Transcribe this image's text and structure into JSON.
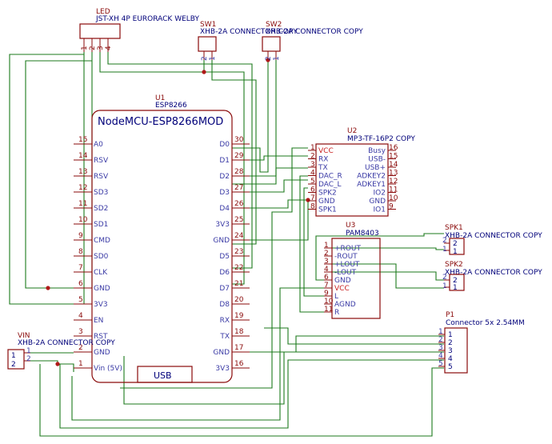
{
  "led": {
    "ref": "LED",
    "value": "JST-XH 4P EURORACK WELBY",
    "pins": [
      "1",
      "2",
      "3",
      "4"
    ]
  },
  "sw1": {
    "ref": "SW1",
    "value": "XHB-2A CONNECTOR COPY",
    "pins": [
      "2",
      "1"
    ]
  },
  "sw2": {
    "ref": "SW2",
    "value": "XHB-2A CONNECTOR COPY",
    "pins": [
      "2",
      "1"
    ]
  },
  "u1": {
    "ref": "U1",
    "value": "ESP8266",
    "title": "NodeMCU-ESP8266MOD",
    "usb": "USB",
    "left_pins": [
      {
        "num": "15",
        "name": "A0"
      },
      {
        "num": "14",
        "name": "RSV"
      },
      {
        "num": "13",
        "name": "RSV"
      },
      {
        "num": "12",
        "name": "SD3"
      },
      {
        "num": "11",
        "name": "SD2"
      },
      {
        "num": "10",
        "name": "SD1"
      },
      {
        "num": "9",
        "name": "CMD"
      },
      {
        "num": "8",
        "name": "SD0"
      },
      {
        "num": "7",
        "name": "CLK"
      },
      {
        "num": "6",
        "name": "GND"
      },
      {
        "num": "5",
        "name": "3V3"
      },
      {
        "num": "4",
        "name": "EN"
      },
      {
        "num": "3",
        "name": "RST"
      },
      {
        "num": "2",
        "name": "GND"
      },
      {
        "num": "1",
        "name": "Vin (5V)"
      }
    ],
    "right_pins": [
      {
        "num": "30",
        "name": "D0"
      },
      {
        "num": "29",
        "name": "D1"
      },
      {
        "num": "28",
        "name": "D2"
      },
      {
        "num": "27",
        "name": "D3"
      },
      {
        "num": "26",
        "name": "D4"
      },
      {
        "num": "25",
        "name": "3V3"
      },
      {
        "num": "24",
        "name": "GND"
      },
      {
        "num": "23",
        "name": "D5"
      },
      {
        "num": "22",
        "name": "D6"
      },
      {
        "num": "21",
        "name": "D7"
      },
      {
        "num": "20",
        "name": "D8"
      },
      {
        "num": "19",
        "name": "RX"
      },
      {
        "num": "18",
        "name": "TX"
      },
      {
        "num": "17",
        "name": "GND"
      },
      {
        "num": "16",
        "name": "3V3"
      }
    ]
  },
  "u2": {
    "ref": "U2",
    "value": "MP3-TF-16P2 COPY",
    "left_pins": [
      {
        "num": "1",
        "name": "VCC",
        "power": true
      },
      {
        "num": "2",
        "name": "RX"
      },
      {
        "num": "3",
        "name": "TX"
      },
      {
        "num": "4",
        "name": "DAC_R"
      },
      {
        "num": "5",
        "name": "DAC_L"
      },
      {
        "num": "6",
        "name": "SPK2"
      },
      {
        "num": "7",
        "name": "GND"
      },
      {
        "num": "8",
        "name": "SPK1"
      }
    ],
    "right_pins": [
      {
        "num": "16",
        "name": "Busy"
      },
      {
        "num": "15",
        "name": "USB-"
      },
      {
        "num": "14",
        "name": "USB+"
      },
      {
        "num": "13",
        "name": "ADKEY2"
      },
      {
        "num": "12",
        "name": "ADKEY1"
      },
      {
        "num": "11",
        "name": "IO2"
      },
      {
        "num": "10",
        "name": "GND"
      },
      {
        "num": "9",
        "name": "IO1"
      }
    ]
  },
  "u3": {
    "ref": "U3",
    "value": "PAM8403",
    "left_pins": [
      {
        "num": "1",
        "name": "+ROUT"
      },
      {
        "num": "2",
        "name": "-ROUT"
      },
      {
        "num": "3",
        "name": "+LOUT"
      },
      {
        "num": "4",
        "name": "-LOUT"
      },
      {
        "num": "6",
        "name": "GND"
      },
      {
        "num": "7",
        "name": "VCC",
        "power": true
      },
      {
        "num": "9",
        "name": "L"
      },
      {
        "num": "10",
        "name": "AGND"
      },
      {
        "num": "11",
        "name": "R"
      }
    ]
  },
  "spk1": {
    "ref": "SPK1",
    "value": "XHB-2A CONNECTOR COPY",
    "pins": [
      "2",
      "1"
    ]
  },
  "spk2": {
    "ref": "SPK2",
    "value": "XHB-2A CONNECTOR COPY",
    "pins": [
      "2",
      "1"
    ]
  },
  "vin": {
    "ref": "VIN",
    "value": "XHB-2A CONNECTOR COPY",
    "pins": [
      "1",
      "2"
    ]
  },
  "p1": {
    "ref": "P1",
    "value": "Connector 5x 2.54MM",
    "pins": [
      "1",
      "2",
      "3",
      "4",
      "5"
    ]
  },
  "colors": {
    "body": "#8a0a0a",
    "wire": "#1b7a1b",
    "pin_label": "#3a3aa5",
    "value": "#00007a",
    "power_label": "#c81e1e"
  }
}
